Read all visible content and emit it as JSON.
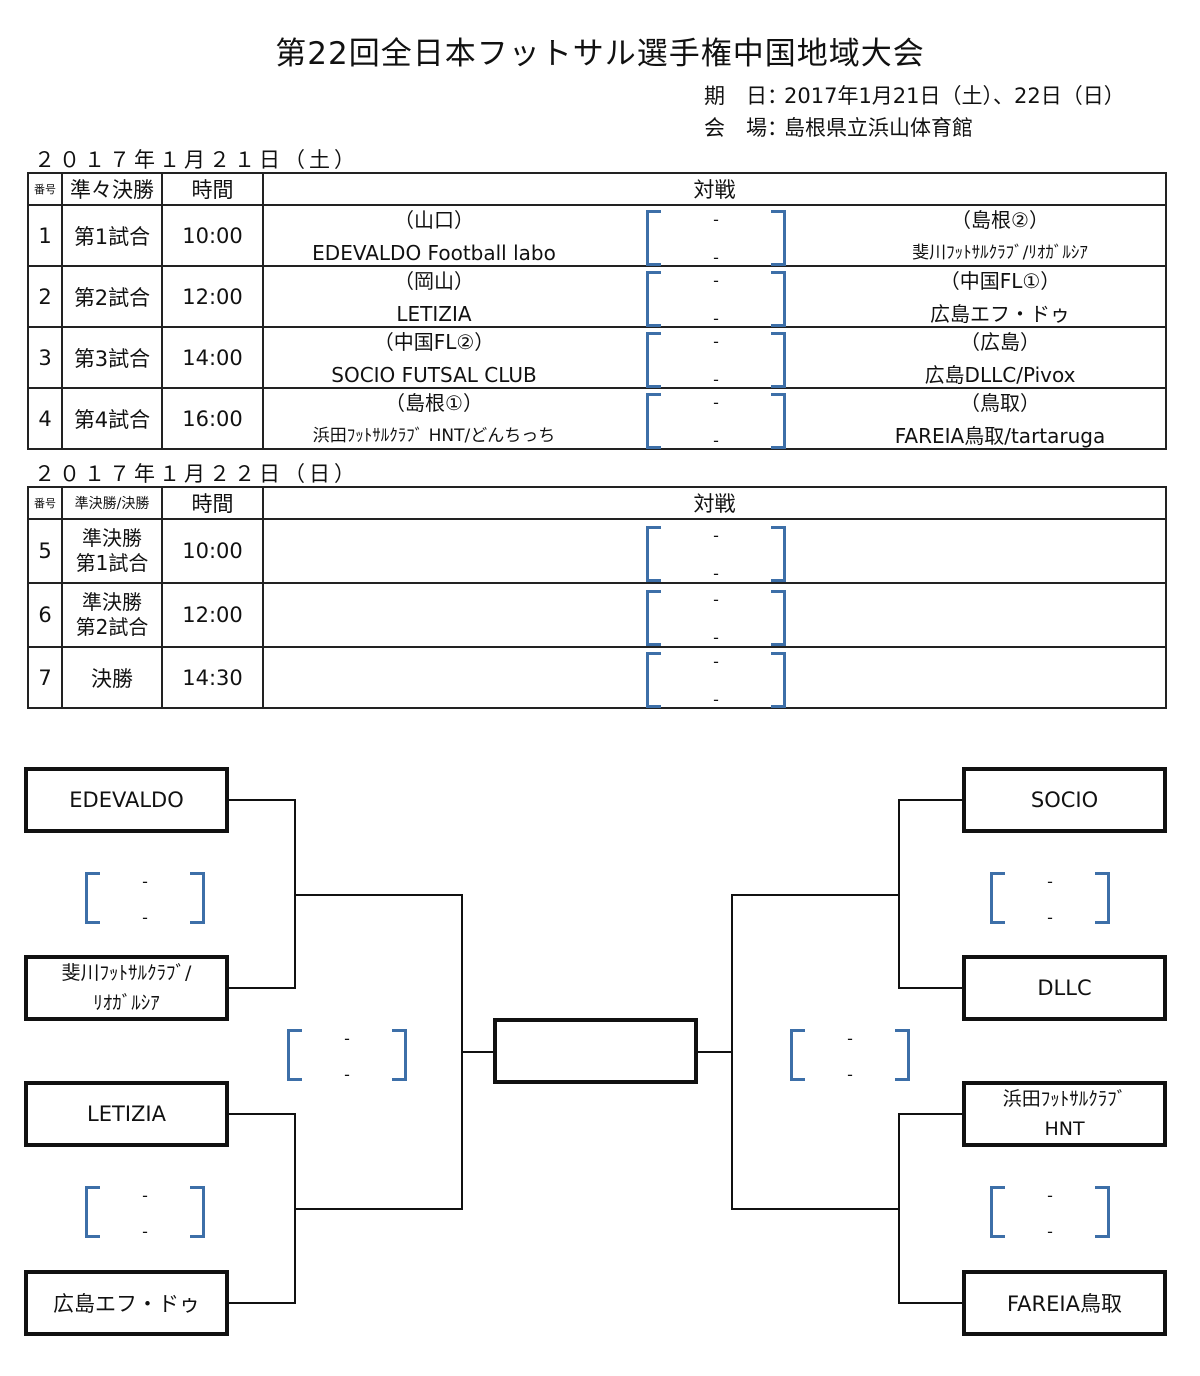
{
  "title": "第22回全日本フットサル選手権中国地域大会",
  "info": {
    "date_label": "期　日：",
    "date_value": "2017年1月21日（土）、22日（日）",
    "venue_label": "会　場：",
    "venue_value": "島根県立浜山体育館"
  },
  "day1": {
    "date": "２０１７年１月２１日（土）",
    "headers": {
      "no": "番号",
      "round": "準々決勝",
      "time": "時間",
      "match": "対戦"
    },
    "rows": [
      {
        "no": "1",
        "round": "第1試合",
        "time": "10:00",
        "home_region": "（山口）",
        "home_team": "EDEVALDO Football labo",
        "away_region": "（島根②）",
        "away_team": "斐川ﾌｯﾄｻﾙｸﾗﾌﾞ/ﾘｵｶﾞﾙｼｱ",
        "dash_top": "-",
        "dash_bottom": "-"
      },
      {
        "no": "2",
        "round": "第2試合",
        "time": "12:00",
        "home_region": "（岡山）",
        "home_team": "LETIZIA",
        "away_region": "（中国FL①）",
        "away_team": "広島エフ・ドゥ",
        "dash_top": "-",
        "dash_bottom": "-"
      },
      {
        "no": "3",
        "round": "第3試合",
        "time": "14:00",
        "home_region": "（中国FL②）",
        "home_team": "SOCIO FUTSAL CLUB",
        "away_region": "（広島）",
        "away_team": "広島DLLC/Pivox",
        "dash_top": "-",
        "dash_bottom": "-"
      },
      {
        "no": "4",
        "round": "第4試合",
        "time": "16:00",
        "home_region": "（島根①）",
        "home_team": "浜田ﾌｯﾄｻﾙｸﾗﾌﾞ HNT/どんちっち",
        "away_region": "（鳥取）",
        "away_team": "FAREIA鳥取/tartaruga",
        "dash_top": "-",
        "dash_bottom": "-"
      }
    ]
  },
  "day2": {
    "date": "２０１７年１月２２日（日）",
    "headers": {
      "no": "番号",
      "round": "準決勝/決勝",
      "time": "時間",
      "match": "対戦"
    },
    "rows": [
      {
        "no": "5",
        "round_line1": "準決勝",
        "round_line2": "第1試合",
        "time": "10:00",
        "dash_top": "-",
        "dash_bottom": "-"
      },
      {
        "no": "6",
        "round_line1": "準決勝",
        "round_line2": "第2試合",
        "time": "12:00",
        "dash_top": "-",
        "dash_bottom": "-"
      },
      {
        "no": "7",
        "round_line1": "決勝",
        "round_line2": "",
        "time": "14:30",
        "dash_top": "-",
        "dash_bottom": "-"
      }
    ]
  },
  "bracket": {
    "left": [
      {
        "line1": "EDEVALDO",
        "line2": ""
      },
      {
        "line1": "斐川ﾌｯﾄｻﾙｸﾗﾌﾞ/",
        "line2": "ﾘｵｶﾞﾙｼｱ"
      },
      {
        "line1": "LETIZIA",
        "line2": ""
      },
      {
        "line1": "広島エフ・ドゥ",
        "line2": ""
      }
    ],
    "right": [
      {
        "line1": "SOCIO",
        "line2": ""
      },
      {
        "line1": "DLLC",
        "line2": ""
      },
      {
        "line1": "浜田ﾌｯﾄｻﾙｸﾗﾌﾞ",
        "line2": "HNT"
      },
      {
        "line1": "FAREIA鳥取",
        "line2": ""
      }
    ],
    "champion": "",
    "dash": "-"
  },
  "colors": {
    "bracket_blue": "#3d6fa8",
    "line": "#111111"
  }
}
